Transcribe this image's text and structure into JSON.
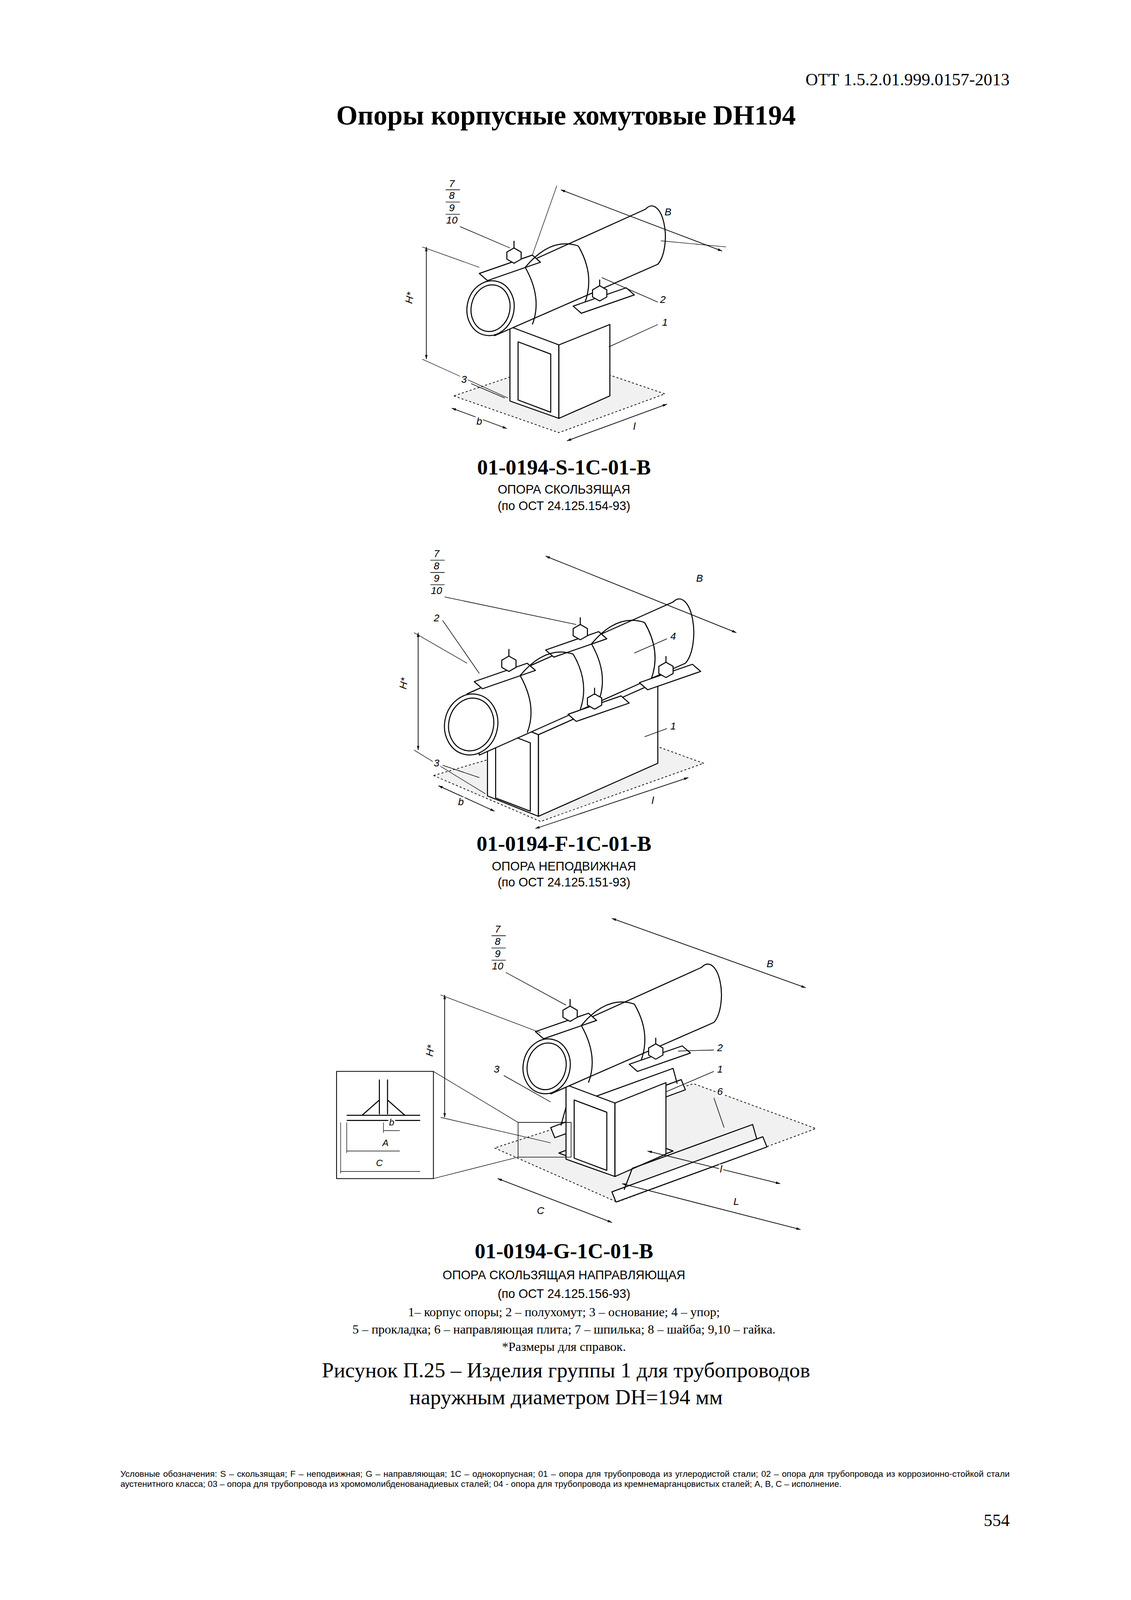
{
  "diagram": {
    "title": "Опоры корпусные хомутовые DН194",
    "caption": "Рисунок П.25 – Изделия группы 1 для трубопроводов наружным диаметром DН=194 мм",
    "labels": [
      "ОТТ 1.5.2.01.999.0157-2013",
      "7",
      "8",
      "9",
      "10",
      "B",
      "H*",
      "2",
      "1",
      "3",
      "b",
      "l",
      "01-0194-S-1C-01-B",
      "ОПОРА СКОЛЬЗЯЩАЯ",
      "(по ОСТ 24.125.154-93)",
      "7",
      "8",
      "9",
      "10",
      "2",
      "B",
      "4",
      "H*",
      "1",
      "3",
      "b",
      "l",
      "01-0194-F-1C-01-B",
      "ОПОРА НЕПОДВИЖНАЯ",
      "(по ОСТ 24.125.151-93)",
      "7",
      "8",
      "9",
      "10",
      "B",
      "H*",
      "3",
      "2",
      "1",
      "6",
      "b",
      "A",
      "C",
      "C",
      "l",
      "L",
      "01-0194-G-1C-01-B",
      "ОПОРА СКОЛЬЗЯЩАЯ НАПРАВЛЯЮЩАЯ",
      "(по ОСТ 24.125.156-93)",
      "1– корпус опоры; 2 – полухомут; 3 – основание; 4 – упор;",
      "5 – прокладка; 6 – направляющая плита; 7 – шпилька; 8 – шайба; 9,10 – гайка.",
      "*Размеры для справок.",
      "Условные обозначения: S – скользящая; F – неподвижная; G – направляющая; 1С – однокорпусная; 01 – опора для трубопровода из углеродистой стали; 02 – опора для трубопровода из коррозионно-стойкой стали аустенитного класса; 03 – опора для трубопровода из хромомолибденованадиевых сталей; 04 - опора для трубопровода из кремнемарганцовистых сталей; A, B, C – исполнение.",
      "554"
    ]
  }
}
